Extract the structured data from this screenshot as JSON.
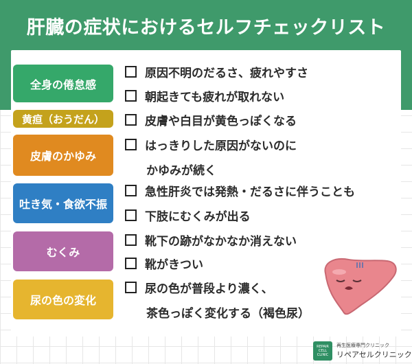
{
  "title": "肝臓の症状におけるセルフチェックリスト",
  "categories": [
    {
      "label": "全身の倦怠感",
      "color": "#35a86a"
    },
    {
      "label": "黄疸（おうだん）",
      "color": "#c4a21c"
    },
    {
      "label": "皮膚のかゆみ",
      "color": "#e08a20"
    },
    {
      "label": "吐き気・食欲不振",
      "color": "#2f7fc4"
    },
    {
      "label": "むくみ",
      "color": "#b46ba8"
    },
    {
      "label": "尿の色の変化",
      "color": "#e6b52f"
    }
  ],
  "checklist": [
    {
      "text": "原因不明のだるさ、疲れやすさ",
      "checked": false
    },
    {
      "text": "朝起きても疲れが取れない",
      "checked": false
    },
    {
      "text": "皮膚や白目が黄色っぽくなる",
      "checked": false
    },
    {
      "text": "はっきりした原因がないのに",
      "cont": "かゆみが続く",
      "checked": false
    },
    {
      "text": "急性肝炎では発熱・だるさに伴うことも",
      "checked": false
    },
    {
      "text": "下肢にむくみが出る",
      "checked": false
    },
    {
      "text": "靴下の跡がなかなか消えない",
      "checked": false
    },
    {
      "text": "靴がきつい",
      "checked": false
    },
    {
      "text": "尿の色が普段より濃く、",
      "cont": "茶色っぽく変化する（褐色尿）",
      "checked": false
    }
  ],
  "logo": {
    "badge_lines": [
      "REPAIR",
      "CELL",
      "CLINIC"
    ],
    "small": "再生医療専門クリニック",
    "name": "リペアセルクリニック"
  },
  "illustration": {
    "name": "liver-character"
  }
}
